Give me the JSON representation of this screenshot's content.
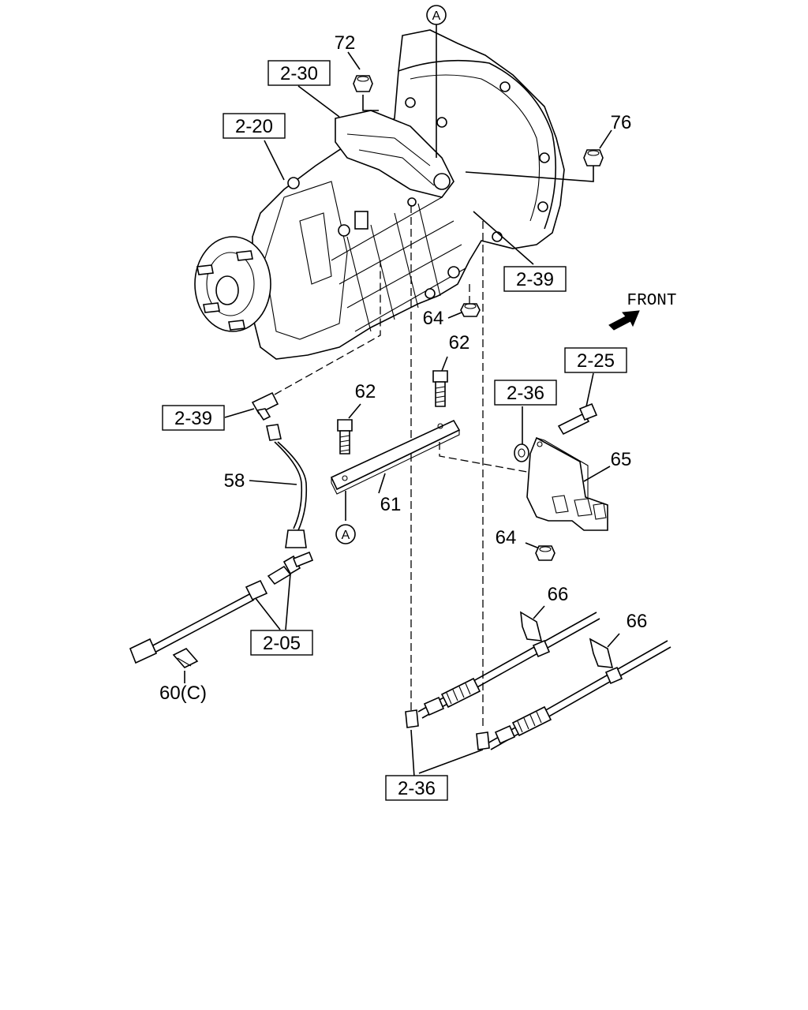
{
  "diagram": {
    "ref_labels": {
      "r2_30": "2-30",
      "r2_20": "2-20",
      "r2_39_top": "2-39",
      "r2_39_left": "2-39",
      "r2_25": "2-25",
      "r2_36_mid": "2-36",
      "r2_05": "2-05",
      "r2_36_bottom": "2-36"
    },
    "part_numbers": {
      "p72": "72",
      "p76": "76",
      "p64_top": "64",
      "p62_right": "62",
      "p62_left": "62",
      "p58": "58",
      "p61": "61",
      "p65": "65",
      "p64_bottom": "64",
      "p66_left": "66",
      "p66_right": "66",
      "p60": "60(C)"
    },
    "markers": {
      "a_top": "A",
      "a_bottom": "A"
    },
    "front_label": "FRONT"
  }
}
